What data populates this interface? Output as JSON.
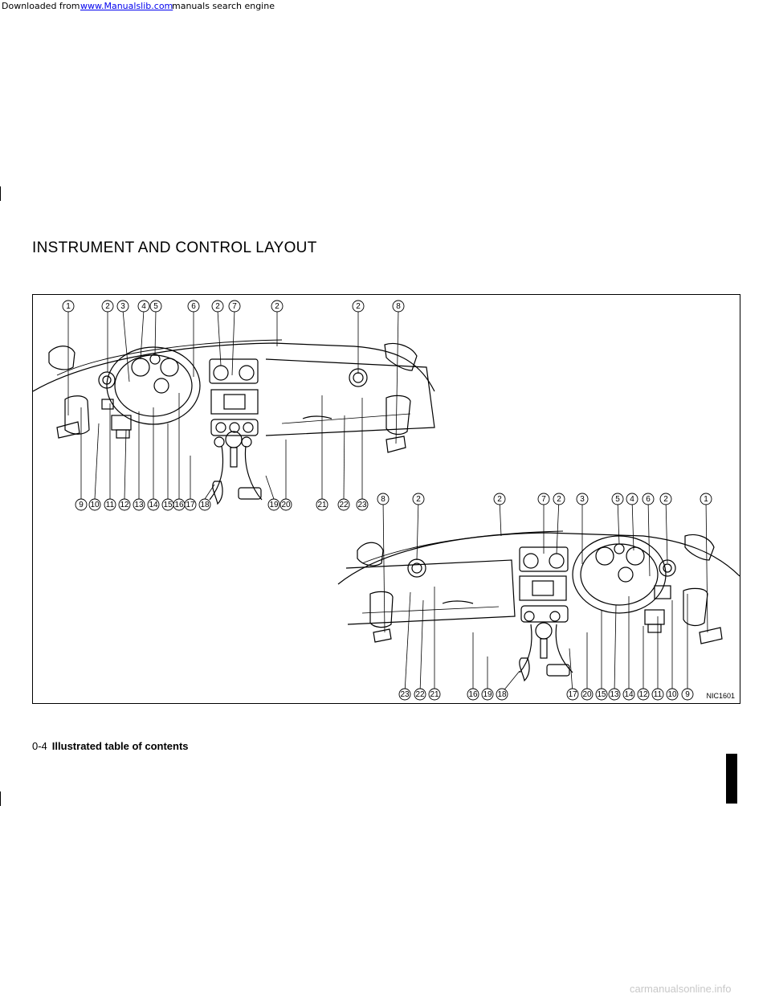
{
  "banner": {
    "prefix": "Downloaded from ",
    "link": "www.Manualslib.com",
    "suffix": " manuals search engine"
  },
  "section_title": "INSTRUMENT AND CONTROL LAYOUT",
  "figure": {
    "code": "NIC1601",
    "lhd_callouts": [
      "1",
      "2",
      "3",
      "4",
      "5",
      "6",
      "2",
      "7",
      "2",
      "2",
      "8",
      "9",
      "10",
      "11",
      "12",
      "13",
      "14",
      "15",
      "16",
      "17",
      "18",
      "19",
      "20",
      "21",
      "22",
      "23"
    ],
    "rhd_callouts": [
      "8",
      "2",
      "2",
      "7",
      "2",
      "3",
      "5",
      "4",
      "6",
      "2",
      "1",
      "23",
      "22",
      "21",
      "16",
      "19",
      "18",
      "17",
      "20",
      "15",
      "13",
      "14",
      "12",
      "11",
      "10",
      "9"
    ]
  },
  "footer": {
    "page": "0-4",
    "title": "Illustrated table of contents"
  },
  "watermark": "carmanualsonline.info"
}
